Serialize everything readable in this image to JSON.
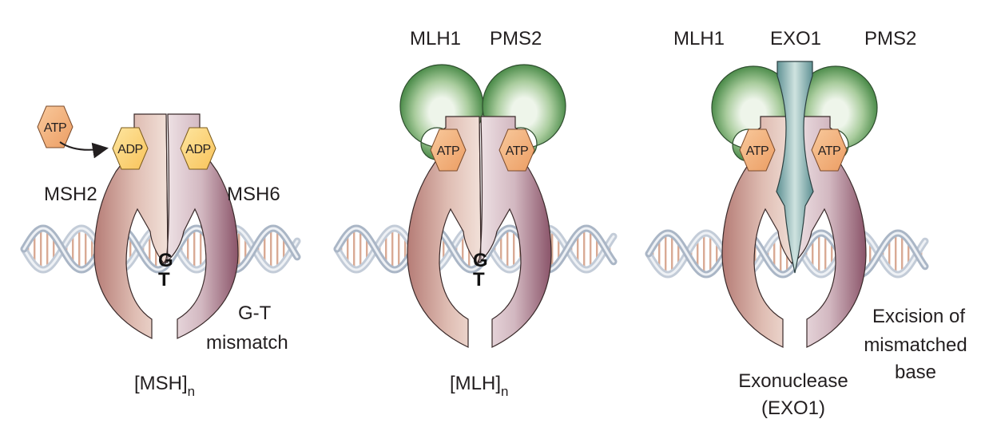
{
  "panels": [
    {
      "id": "msh",
      "top_labels": [],
      "side_left": "MSH2",
      "side_right": "MSH6",
      "free_nucleotide": "ATP",
      "bound_left": "ADP",
      "bound_right": "ADP",
      "mismatch_top": "G",
      "mismatch_bottom": "T",
      "annotation_lines": [
        "G-T",
        "mismatch"
      ],
      "caption": "[MSH]",
      "caption_sub": "n"
    },
    {
      "id": "mlh",
      "top_labels": [
        "MLH1",
        "PMS2"
      ],
      "bound_left": "ATP",
      "bound_right": "ATP",
      "mismatch_top": "G",
      "mismatch_bottom": "T",
      "caption": "[MLH]",
      "caption_sub": "n"
    },
    {
      "id": "exo",
      "top_labels": [
        "MLH1",
        "EXO1",
        "PMS2"
      ],
      "bound_left": "ATP",
      "bound_right": "ATP",
      "annotation_lines": [
        "Excision of",
        "mismatched",
        "base"
      ],
      "caption_lines": [
        "Exonuclease",
        "(EXO1)"
      ]
    }
  ],
  "colors": {
    "atp_fill": "#f2b27e",
    "adp_fill": "#fcd77a",
    "msh2_dark": "#b9827a",
    "msh6_dark": "#8f5a6e",
    "ring_green": "#5b9a58",
    "exo_teal": "#5f9394",
    "dna_strand": "#9aa8ba",
    "dna_base": "#d9aa94"
  }
}
